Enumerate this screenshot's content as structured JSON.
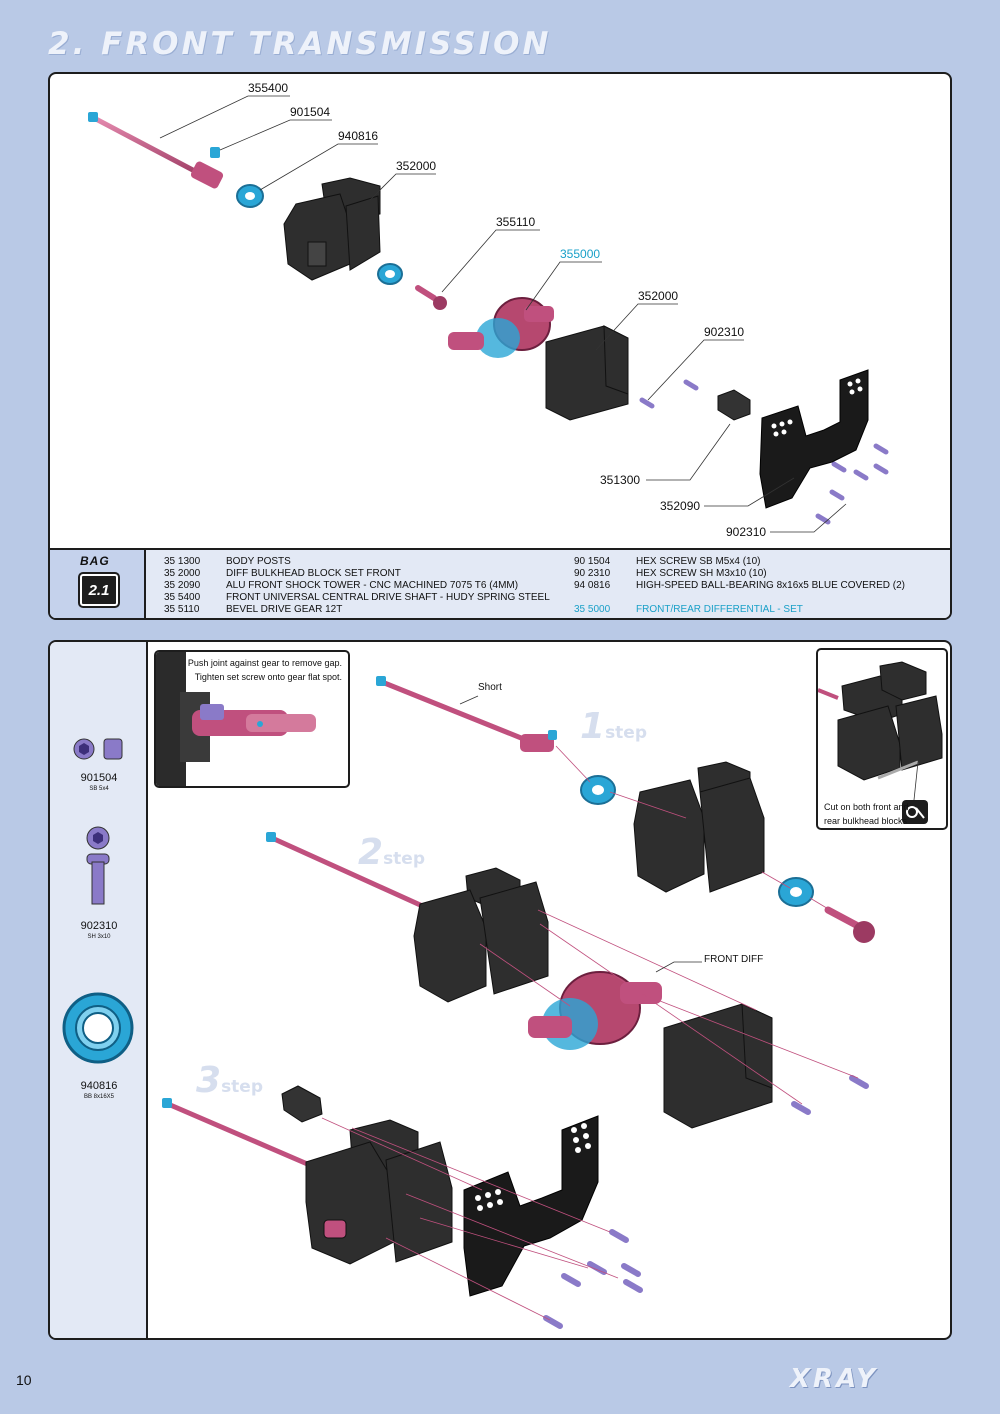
{
  "page": {
    "title": "2. FRONT TRANSMISSION",
    "page_number": "10",
    "brand": "XRAY"
  },
  "exploded_view": {
    "callouts": [
      "355400",
      "901504",
      "940816",
      "352000",
      "355110",
      "355000",
      "352000",
      "902310",
      "351300",
      "352090",
      "902310"
    ],
    "highlight_color": "#1aa0c8"
  },
  "bag": {
    "label": "BAG",
    "number": "2.1",
    "parts_left": [
      {
        "code": "35 1300",
        "name": "BODY POSTS"
      },
      {
        "code": "35 2000",
        "name": "DIFF BULKHEAD BLOCK SET FRONT"
      },
      {
        "code": "35 2090",
        "name": "ALU FRONT SHOCK TOWER - CNC MACHINED 7075 T6 (4MM)"
      },
      {
        "code": "35 5400",
        "name": "FRONT UNIVERSAL CENTRAL DRIVE SHAFT - HUDY SPRING STEEL"
      },
      {
        "code": "35 5110",
        "name": "BEVEL DRIVE GEAR 12T"
      }
    ],
    "parts_right": [
      {
        "code": "90 1504",
        "name": "HEX SCREW  SB M5x4  (10)"
      },
      {
        "code": "90 2310",
        "name": "HEX SCREW  SH M3x10  (10)"
      },
      {
        "code": "94 0816",
        "name": "HIGH-SPEED BALL-BEARING 8x16x5 BLUE COVERED  (2)"
      },
      {
        "code": "35 5000",
        "name": "FRONT/REAR DIFFERENTIAL - SET"
      }
    ]
  },
  "hardware": [
    {
      "code": "901504",
      "sub": "SB 5x4"
    },
    {
      "code": "902310",
      "sub": "SH 3x10"
    },
    {
      "code": "940816",
      "sub": "BB 8x16X5"
    }
  ],
  "steps": {
    "step_word": "step",
    "step1": "1",
    "step2": "2",
    "step3": "3",
    "short_label": "Short",
    "front_diff_label": "FRONT DIFF",
    "inset_note_line1": "Push joint against gear to remove gap.",
    "inset_note_line2": "Tighten set screw onto gear flat spot.",
    "cut_note_line1": "Cut on both front and",
    "cut_note_line2": "rear bulkhead blocks"
  },
  "colors": {
    "background": "#b9c9e6",
    "shaft": "#c0507e",
    "bearing": "#2aa6d6",
    "plastic": "#2e2e2e",
    "screw": "#8a7ac8"
  }
}
